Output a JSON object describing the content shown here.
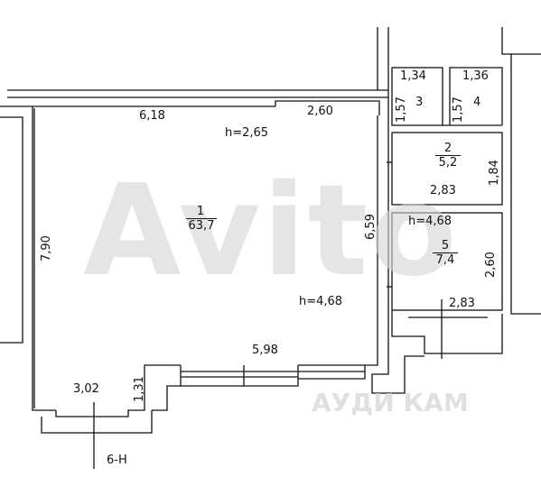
{
  "watermark": {
    "logo_text": "Avito",
    "tag_text": "АУДИ КАМ"
  },
  "rooms": [
    {
      "number": "1",
      "area": "63,7"
    },
    {
      "number": "2",
      "area": "5,2"
    },
    {
      "number": "3"
    },
    {
      "number": "4"
    },
    {
      "number": "5",
      "area": "7,4"
    }
  ],
  "heights": {
    "room1_top": "h=2,65",
    "room1_bottom": "h=4,68",
    "room5": "h=4,68"
  },
  "dims": {
    "top_left_wall": "6,18",
    "top_right_wall": "2,60",
    "left_height": "7,90",
    "right_height": "6,59",
    "bottom_wall": "5,98",
    "bottom_left": "3,02",
    "bottom_step": "1,31",
    "room3_width": "1,34",
    "room3_height": "1,57",
    "room4_width": "1,36",
    "room4_height": "1,57",
    "room2_width": "2,83",
    "room2_height": "1,84",
    "room5_width": "2,83",
    "room5_height": "2,60"
  },
  "axis_label": "6-H"
}
